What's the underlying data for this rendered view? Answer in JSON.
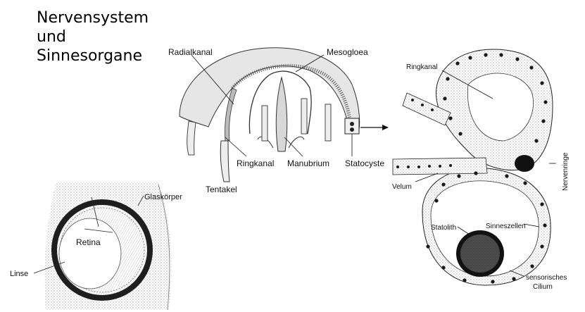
{
  "slide": {
    "title_lines": [
      "Nervensystem",
      "und",
      "Sinnesorgane"
    ]
  },
  "medusa": {
    "radialkanal": "Radialkanal",
    "mesogloea": "Mesogloea",
    "ringkanal": "Ringkanal",
    "manubrium": "Manubrium",
    "statocyste": "Statocyste",
    "tentakel": "Tentakel"
  },
  "eye": {
    "glaskoerper": "Glaskörper",
    "retina": "Retina",
    "linse": "Linse"
  },
  "statocyst": {
    "ringkanal": "Ringkanal",
    "velum": "Velum",
    "nervenringe": "Nervenringe",
    "statolith": "Statolith",
    "sinneszellen": "Sinneszellen",
    "cilium_line1": "sensorisches",
    "cilium_line2": "Cilium"
  },
  "colors": {
    "ink": "#111111",
    "shade": "#dcdcdc",
    "stipple": "#b5b5b5",
    "nuclei": "#1a1a1a"
  }
}
